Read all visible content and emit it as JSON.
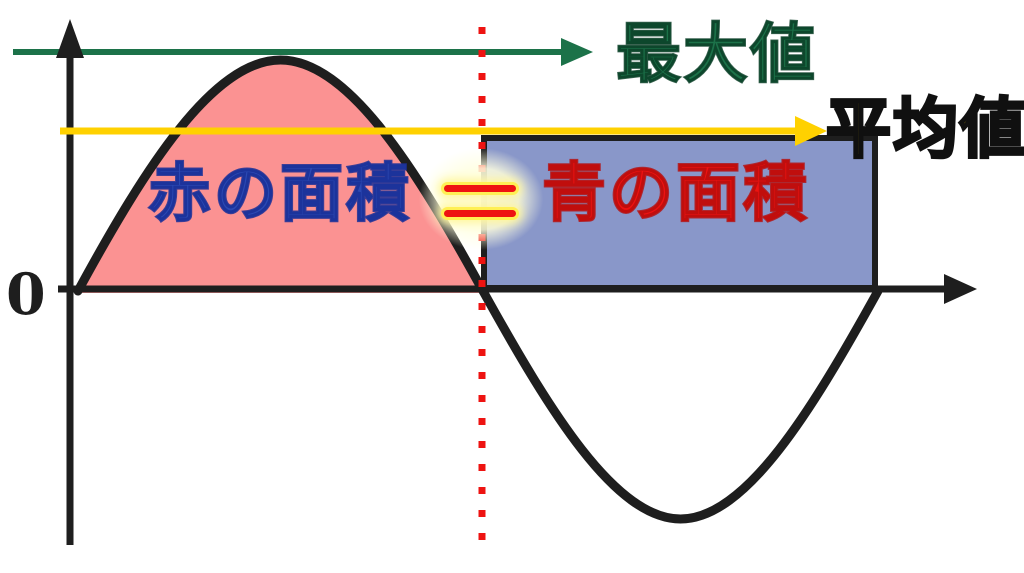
{
  "figure": {
    "origin_label": "0",
    "max_label": "最大値",
    "avg_label": "平均値",
    "red_area_label": "赤の面積",
    "equals_symbol": "＝",
    "blue_area_label": "青の面積"
  },
  "colors": {
    "ink": "#1e1e1e",
    "red_fill": "#FB9292",
    "blue_fill": "#8997C9",
    "yellow": "#FFD100",
    "green": "#1C7249",
    "red": "#EE1311",
    "blue_text": "#2B49B3",
    "yellow_text": "#FFD400"
  },
  "chart_data": {
    "type": "line",
    "title": "",
    "xlabel": "",
    "ylabel": "",
    "curve": "one full period of a sine wave starting at the origin (positive half then negative half)",
    "y_axis_ticks": [
      "0"
    ],
    "reference_lines": [
      {
        "label": "最大値",
        "color": "#1C7249",
        "style": "solid arrow to the right",
        "position": "y = peak value of the sine wave"
      },
      {
        "label": "平均値",
        "color": "#FFD100",
        "style": "solid arrow to the right",
        "position": "y = average value line, top edge of the blue rectangle"
      }
    ],
    "vertical_marker": {
      "style": "red dotted line",
      "color": "#EE1311",
      "position": "x at the half-period zero crossing"
    },
    "regions": [
      {
        "label": "赤の面積",
        "fill": "#FB9292",
        "description": "area under the positive half-wave, outlined in black"
      },
      {
        "label": "青の面積",
        "fill": "#8997C9",
        "description": "rectangle over the second half-period with height equal to 平均値, outlined in black"
      }
    ],
    "annotation": "赤の面積 ＝ 青の面積"
  }
}
